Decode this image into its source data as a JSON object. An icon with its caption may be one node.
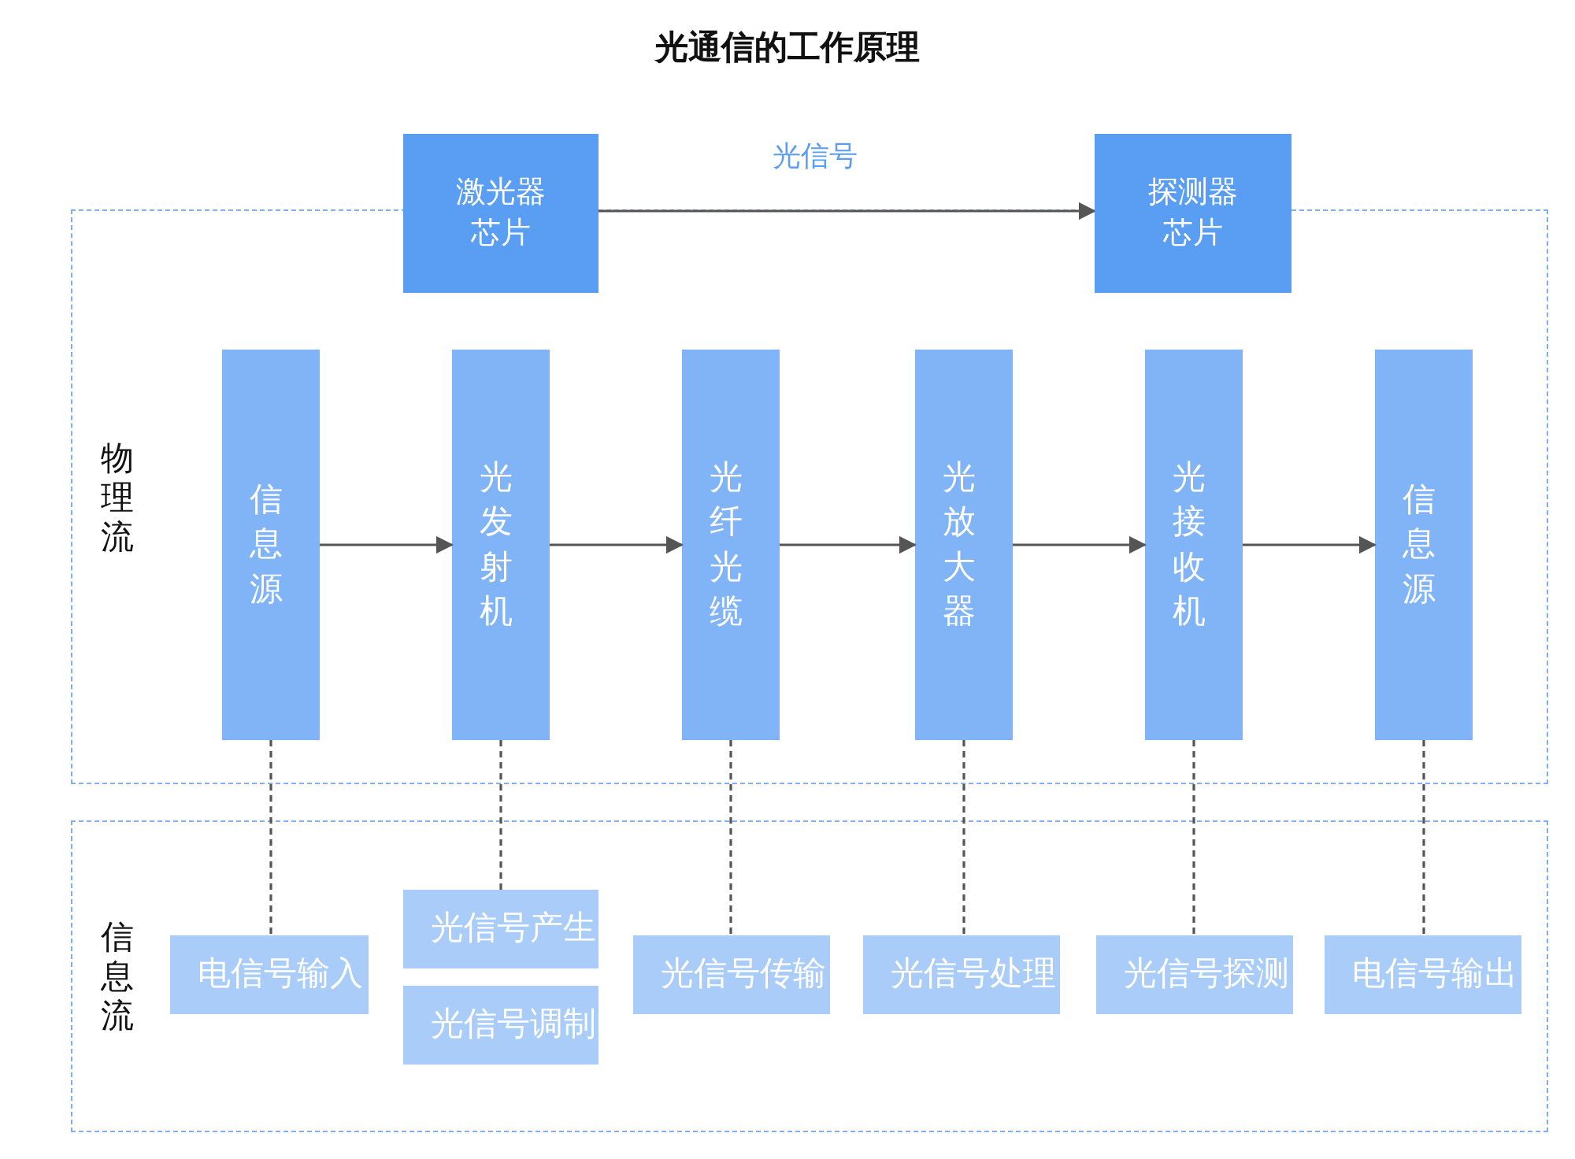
{
  "diagram": {
    "title": "光通信的工作原理",
    "nodes": [
      {
        "text": [
          "物理流"
        ]
      },
      {
        "text": [
          "信息流"
        ]
      },
      {
        "text": [
          "激光器芯片"
        ]
      },
      {
        "text": [
          "探测器芯片"
        ]
      },
      {
        "text": [
          "信息源"
        ],
        "in": 0
      },
      {
        "text": [
          "光发射机"
        ],
        "in": 0
      },
      {
        "text": [
          "光纤光缆"
        ],
        "in": 0
      },
      {
        "text": [
          "光放大器"
        ],
        "in": 0
      },
      {
        "text": [
          "光接收机"
        ],
        "in": 0
      },
      {
        "text": [
          "信息源"
        ],
        "in": 0
      },
      {
        "text": [
          "电信号输入"
        ],
        "in": 1
      },
      {
        "text": [
          "光信号产生"
        ],
        "in": 1
      },
      {
        "text": [
          "光信号调制"
        ],
        "in": 1
      },
      {
        "text": [
          "光信号传输"
        ],
        "in": 1
      },
      {
        "text": [
          "光信号处理"
        ],
        "in": 1
      },
      {
        "text": [
          "光信号探测"
        ],
        "in": 1
      },
      {
        "text": [
          "电信号输出"
        ],
        "in": 1
      }
    ],
    "edges": [
      {
        "from": 2,
        "to": 3,
        "arrow": "to",
        "label": "光信号"
      },
      {
        "from": 4,
        "to": 5,
        "arrow": "to"
      },
      {
        "from": 5,
        "to": 6,
        "arrow": "to"
      },
      {
        "from": 6,
        "to": 7,
        "arrow": "to"
      },
      {
        "from": 7,
        "to": 8,
        "arrow": "to"
      },
      {
        "from": 8,
        "to": 9,
        "arrow": "to"
      },
      {
        "from": 4,
        "to": 10,
        "arrow": "none",
        "style": "dashed"
      },
      {
        "from": 5,
        "to": 11,
        "arrow": "none",
        "style": "dashed"
      },
      {
        "from": 6,
        "to": 13,
        "arrow": "none",
        "style": "dashed"
      },
      {
        "from": 7,
        "to": 14,
        "arrow": "none",
        "style": "dashed"
      },
      {
        "from": 8,
        "to": 15,
        "arrow": "none",
        "style": "dashed"
      },
      {
        "from": 9,
        "to": 16,
        "arrow": "none",
        "style": "dashed"
      }
    ]
  }
}
